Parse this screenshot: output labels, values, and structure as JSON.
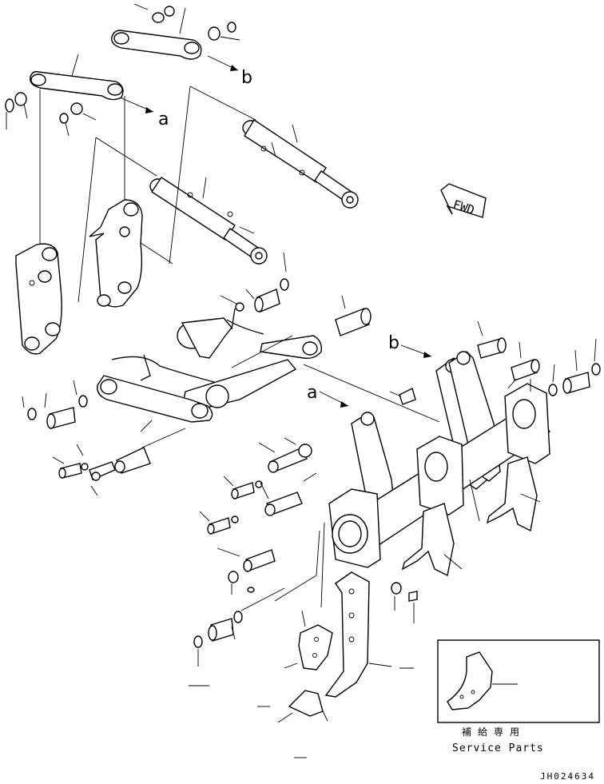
{
  "callouts": {
    "a_upper": "a",
    "b_upper": "b",
    "a_lower": "a",
    "b_lower": "b"
  },
  "fwd_label": "FWD",
  "service_parts": {
    "japanese": "補給専用",
    "english": "Service Parts"
  },
  "drawing_code": "JH024634"
}
